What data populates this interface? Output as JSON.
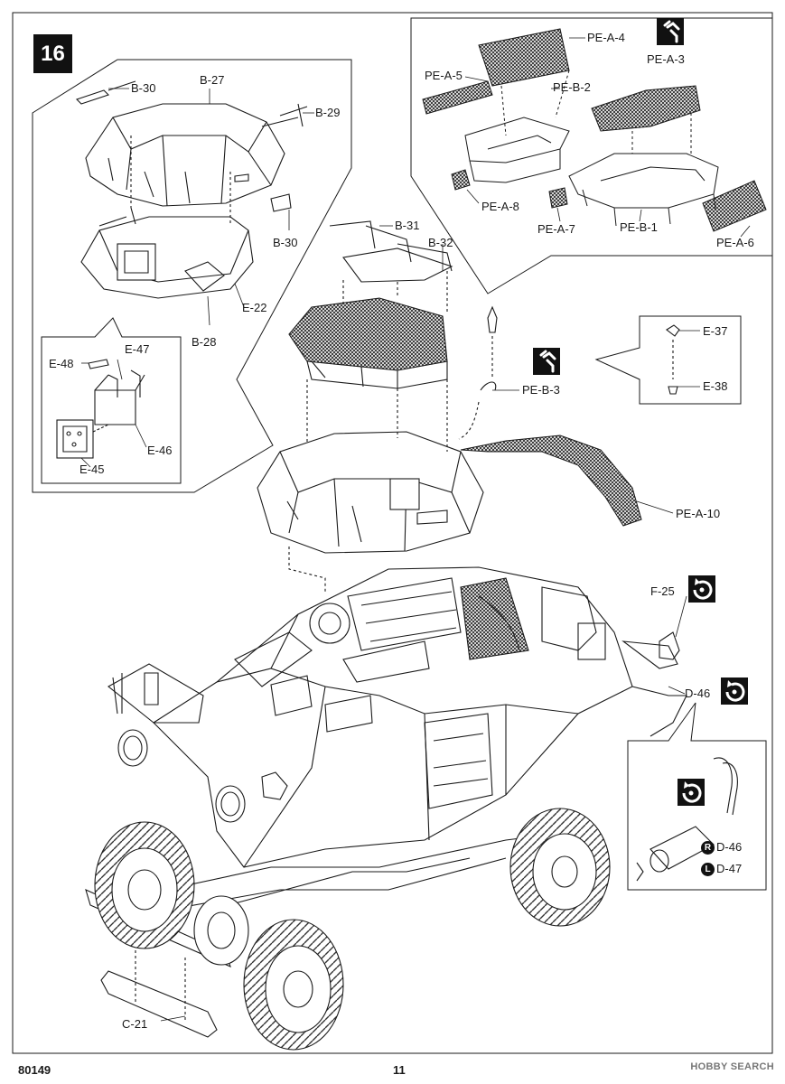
{
  "step": {
    "number": "16"
  },
  "labels": {
    "b30_top": "B-30",
    "b27": "B-27",
    "b29": "B-29",
    "b30_bottom": "B-30",
    "e22": "E-22",
    "b28": "B-28",
    "e47": "E-47",
    "e48": "E-48",
    "e46": "E-46",
    "e45": "E-45",
    "pe_a4": "PE-A-4",
    "pe_a3": "PE-A-3",
    "pe_a5": "PE-A-5",
    "pe_b2": "PE-B-2",
    "pe_a8": "PE-A-8",
    "pe_a7": "PE-A-7",
    "pe_b1": "PE-B-1",
    "pe_a6": "PE-A-6",
    "b31": "B-31",
    "b32": "B-32",
    "pe_b3": "PE-B-3",
    "e37": "E-37",
    "e38": "E-38",
    "pe_a10": "PE-A-10",
    "f25": "F-25",
    "d46_main": "D-46",
    "d46_detail": "D-46",
    "d47_detail": "D-47",
    "r_mark": "R",
    "l_mark": "L",
    "c21": "C-21"
  },
  "footer": {
    "code": "80149",
    "page": "11",
    "watermark": "HOBBY SEARCH"
  },
  "icons": {
    "bend": "bend-icon",
    "rotate": "rotate-icon"
  },
  "colors": {
    "ink": "#1a1a1a",
    "badge": "#111111"
  }
}
